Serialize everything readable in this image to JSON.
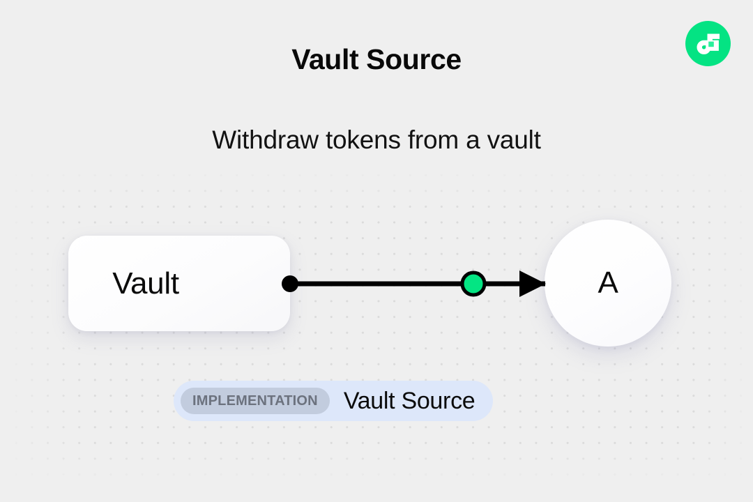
{
  "header": {
    "title": "Vault Source",
    "subtitle": "Withdraw tokens from a vault"
  },
  "brand": {
    "logo_icon": "flow-logo-icon",
    "logo_color": "#04E383",
    "mark_color": "#FFFFFF",
    "mark_accent_color": "#2BF09B"
  },
  "diagram": {
    "background_color": "#EFEFEF",
    "dot_color": "#DBDBDB",
    "nodes": [
      {
        "id": "vault",
        "label": "Vault",
        "shape": "rounded-rect",
        "fill": "#FFFFFF"
      },
      {
        "id": "a",
        "label": "A",
        "shape": "circle",
        "fill": "#FFFFFF"
      }
    ],
    "edges": [
      {
        "id": "vault-to-a",
        "from": "vault",
        "to": "a",
        "stroke": "#000000",
        "source_handle_color": "#000000",
        "marker_color": "#04E583",
        "marker_border_color": "#000000",
        "arrow_color": "#000000"
      }
    ]
  },
  "badge": {
    "tag_label": "IMPLEMENTATION",
    "name": "Vault Source",
    "background": "#DDE7FA",
    "tag_background": "#C2CCDE",
    "tag_text_color": "#6C727E"
  }
}
